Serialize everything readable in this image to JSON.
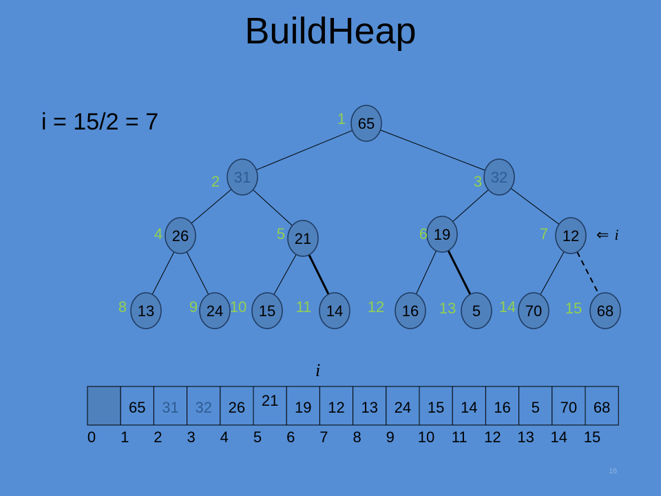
{
  "title": "BuildHeap",
  "formula": "i = 15/2 = 7",
  "pointer_arrow": "⇐",
  "pointer_var": "i",
  "array_pointer_var": "i",
  "page_number": "16",
  "colors": {
    "background": "#558ed5",
    "node_fill": "#4f81bd",
    "node_stroke": "#1f3a5f",
    "position_label": "#92d050",
    "highlight_text": "#2e5b92",
    "normal_text": "#000000"
  },
  "tree": {
    "nodes": [
      {
        "pos": 1,
        "value": "65",
        "pos_label": "1"
      },
      {
        "pos": 2,
        "value": "31",
        "pos_label": "2",
        "highlight": true
      },
      {
        "pos": 3,
        "value": "32",
        "pos_label": "3",
        "highlight": true
      },
      {
        "pos": 4,
        "value": "26",
        "pos_label": "4"
      },
      {
        "pos": 5,
        "value": "21",
        "pos_label": "5"
      },
      {
        "pos": 6,
        "value": "19",
        "pos_label": "6"
      },
      {
        "pos": 7,
        "value": "12",
        "pos_label": "7"
      },
      {
        "pos": 8,
        "value": "13",
        "pos_label": "8"
      },
      {
        "pos": 9,
        "value": "24",
        "pos_label": "9"
      },
      {
        "pos": 10,
        "value": "15",
        "pos_label": "10"
      },
      {
        "pos": 11,
        "value": "14",
        "pos_label": "11"
      },
      {
        "pos": 12,
        "value": "16",
        "pos_label": "12"
      },
      {
        "pos": 13,
        "value": "5",
        "pos_label": "13"
      },
      {
        "pos": 14,
        "value": "70",
        "pos_label": "14"
      },
      {
        "pos": 15,
        "value": "68",
        "pos_label": "15"
      }
    ],
    "edges": [
      {
        "from": 1,
        "to": 2,
        "style": "thin"
      },
      {
        "from": 1,
        "to": 3,
        "style": "thin"
      },
      {
        "from": 2,
        "to": 4,
        "style": "thin"
      },
      {
        "from": 2,
        "to": 5,
        "style": "thin"
      },
      {
        "from": 3,
        "to": 6,
        "style": "thin"
      },
      {
        "from": 3,
        "to": 7,
        "style": "thin"
      },
      {
        "from": 4,
        "to": 8,
        "style": "thin"
      },
      {
        "from": 4,
        "to": 9,
        "style": "thin"
      },
      {
        "from": 5,
        "to": 10,
        "style": "thin"
      },
      {
        "from": 5,
        "to": 11,
        "style": "bold"
      },
      {
        "from": 6,
        "to": 12,
        "style": "thin"
      },
      {
        "from": 6,
        "to": 13,
        "style": "bold"
      },
      {
        "from": 7,
        "to": 14,
        "style": "thin"
      },
      {
        "from": 7,
        "to": 15,
        "style": "dashed"
      }
    ]
  },
  "array": {
    "cells": [
      {
        "value": "",
        "shaded": true
      },
      {
        "value": "65"
      },
      {
        "value": "31",
        "highlight": true
      },
      {
        "value": "32",
        "highlight": true
      },
      {
        "value": "26"
      },
      {
        "value": "21"
      },
      {
        "value": "19"
      },
      {
        "value": "12"
      },
      {
        "value": "13"
      },
      {
        "value": "24"
      },
      {
        "value": "15"
      },
      {
        "value": "14"
      },
      {
        "value": "16"
      },
      {
        "value": "5"
      },
      {
        "value": "70"
      },
      {
        "value": "68"
      }
    ],
    "indices": [
      "0",
      "1",
      "2",
      "3",
      "4",
      "5",
      "6",
      "7",
      "8",
      "9",
      "10",
      "11",
      "12",
      "13",
      "14",
      "15"
    ]
  }
}
